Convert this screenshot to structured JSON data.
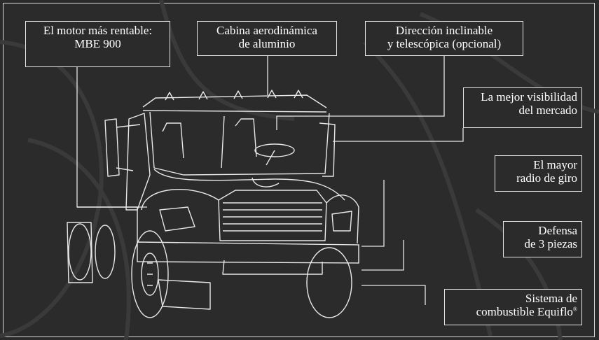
{
  "callouts": {
    "engine": {
      "line1": "El motor más rentable:",
      "line2": "MBE 900"
    },
    "cab": {
      "line1": "Cabina aerodinámica",
      "line2": "de aluminio"
    },
    "steering": {
      "line1": "Dirección inclinable",
      "line2": "y telescópica (opcional)"
    },
    "visibility": {
      "line1": "La mejor visibilidad",
      "line2": "del mercado"
    },
    "turning": {
      "line1": "El mayor",
      "line2": "radio de giro"
    },
    "bumper": {
      "line1": "Defensa",
      "line2": "de 3 piezas"
    },
    "fuel": {
      "line1": "Sistema de",
      "line2": "combustible Equiflo",
      "mark": "®"
    }
  },
  "colors": {
    "background": "#2b2b2b",
    "line": "#e6e6e6",
    "text": "#ffffff"
  }
}
